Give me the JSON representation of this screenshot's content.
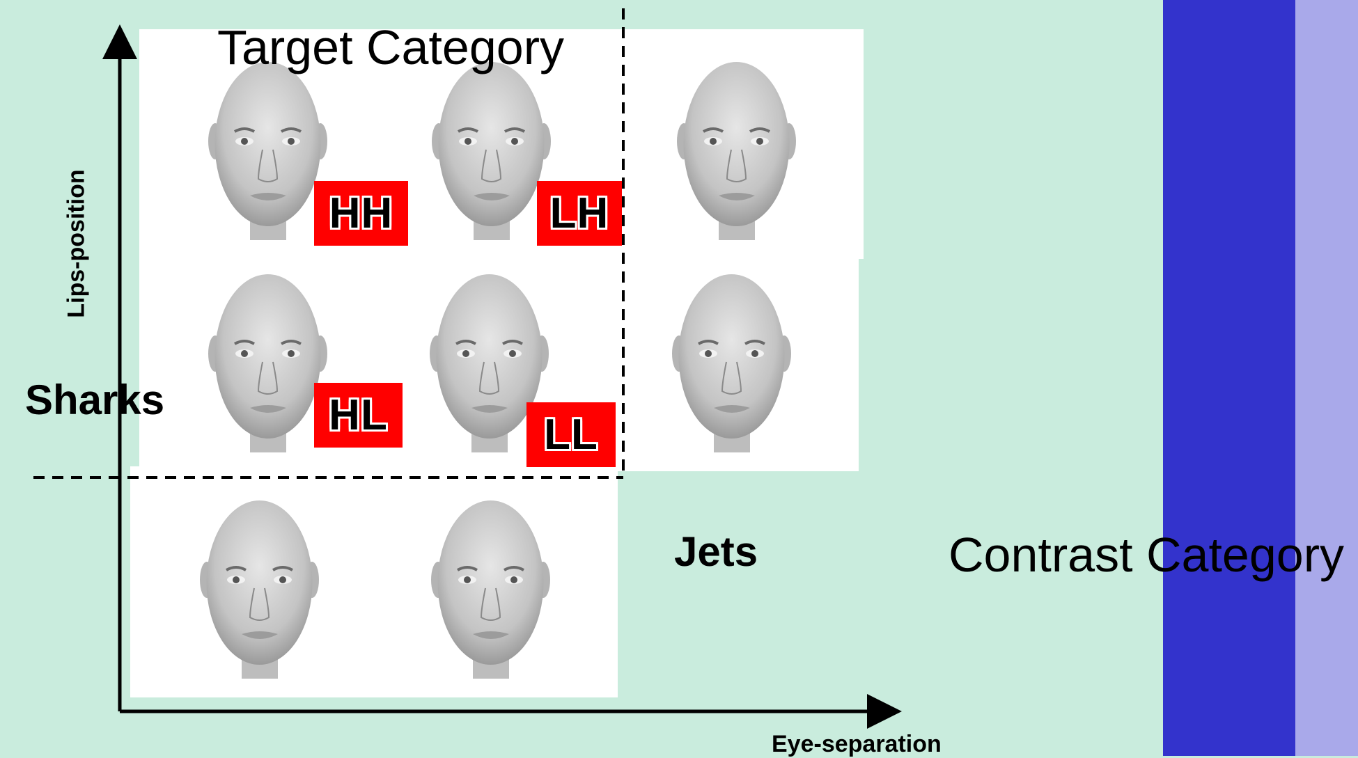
{
  "diagram": {
    "title_target": "Target Category",
    "title_contrast": "Contrast Category",
    "label_sharks": "Sharks",
    "label_jets": "Jets",
    "x_axis_label": "Eye-separation",
    "y_axis_label": "Lips-position",
    "badges": {
      "hh": "HH",
      "lh": "LH",
      "hl": "HL",
      "ll": "LL"
    },
    "colors": {
      "background": "#c9ecdd",
      "badge": "#ff0000",
      "stripe_dark": "#3333cc",
      "stripe_light": "#a9a9ea"
    }
  }
}
